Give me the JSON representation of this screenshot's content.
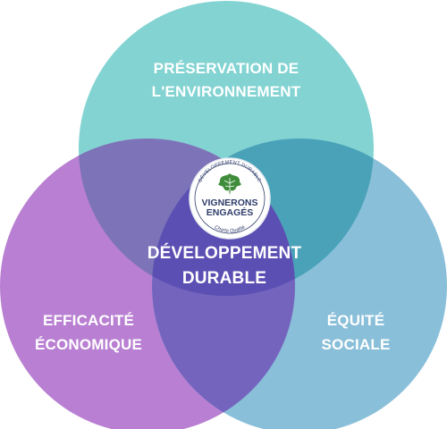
{
  "colors": {
    "environment": "#82d3d2",
    "economy": "#b87fd2",
    "social": "#89bfd9",
    "overlap_env_econ": "#7d73b8",
    "overlap_env_social": "#4aa2b8",
    "overlap_econ_social": "#7464be",
    "center": "#5c4fb3",
    "logo_green": "#3f8c3a",
    "logo_blue": "#2f3d6b"
  },
  "diagram": {
    "environment": {
      "label_line1": "PRÉSERVATION DE",
      "label_line2": "L'ENVIRONNEMENT"
    },
    "economy": {
      "label_line1": "EFFICACITÉ",
      "label_line2": "ÉCONOMIQUE"
    },
    "social": {
      "label_line1": "ÉQUITÉ",
      "label_line2": "SOCIALE"
    },
    "center": {
      "label_line1": "DÉVELOPPEMENT",
      "label_line2": "DURABLE"
    }
  },
  "logo": {
    "top_text": "DÉVELOPPEMENT DURABLE",
    "name_line1": "VIGNERONS",
    "name_line2": "ENGAGÉS",
    "bottom_text": "Charte Qualité",
    "icon": "grape-leaf-icon"
  }
}
